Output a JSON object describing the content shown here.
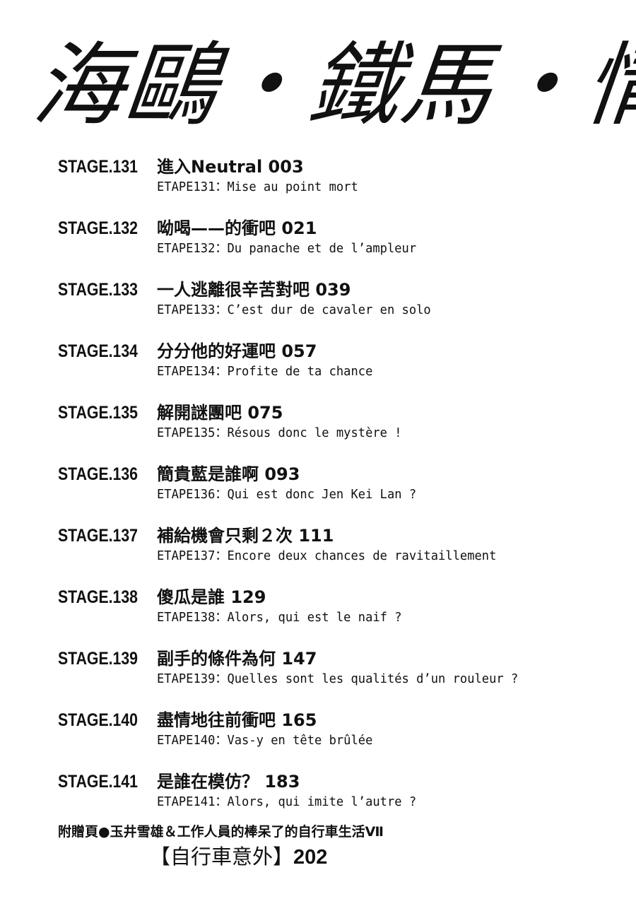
{
  "title": "海鷗・鐵馬・情",
  "entries": [
    {
      "stage": "STAGE.131",
      "title": "進入Neutral",
      "page": "003",
      "etape": "ETAPE131：Mise au point mort"
    },
    {
      "stage": "STAGE.132",
      "title": "呦喝——的衝吧",
      "page": "021",
      "etape": "ETAPE132：Du panache et de l’ampleur"
    },
    {
      "stage": "STAGE.133",
      "title": "一人逃離很辛苦對吧",
      "page": "039",
      "etape": "ETAPE133：C’est dur de cavaler en solo"
    },
    {
      "stage": "STAGE.134",
      "title": "分分他的好運吧",
      "page": "057",
      "etape": "ETAPE134：Profite de ta chance"
    },
    {
      "stage": "STAGE.135",
      "title": "解開謎團吧",
      "page": "075",
      "etape": "ETAPE135：Résous donc le mystère !"
    },
    {
      "stage": "STAGE.136",
      "title": "簡貴藍是誰啊",
      "page": "093",
      "etape": "ETAPE136：Qui est donc Jen Kei Lan ?"
    },
    {
      "stage": "STAGE.137",
      "title": "補給機會只剩２次",
      "page": "111",
      "etape": "ETAPE137：Encore deux chances de ravitaillement"
    },
    {
      "stage": "STAGE.138",
      "title": "傻瓜是誰",
      "page": "129",
      "etape": "ETAPE138：Alors, qui est le naif ?"
    },
    {
      "stage": "STAGE.139",
      "title": "副手的條件為何",
      "page": "147",
      "etape": "ETAPE139：Quelles sont les qualités d’un rouleur ?"
    },
    {
      "stage": "STAGE.140",
      "title": "盡情地往前衝吧",
      "page": "165",
      "etape": "ETAPE140：Vas-y en tête brûlée"
    },
    {
      "stage": "STAGE.141",
      "title": "是誰在模仿？",
      "page": "183",
      "etape": "ETAPE141：Alors, qui imite l’autre ?"
    }
  ],
  "bonus": {
    "line1": "附贈頁●玉井雪雄＆工作人員的棒呆了的自行車生活Ⅶ",
    "line2": "【自行車意外】",
    "page": "202"
  }
}
